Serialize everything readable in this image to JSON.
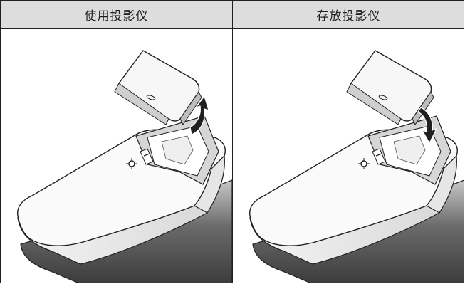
{
  "columns": [
    {
      "title": "使用投影仪",
      "lid_state": "open",
      "arrow": "up"
    },
    {
      "title": "存放投影仪",
      "lid_state": "closing",
      "arrow": "down"
    }
  ],
  "colors": {
    "header_bg": "#dcdddd",
    "border": "#231f20",
    "body_shade": "#4a4a4a"
  }
}
